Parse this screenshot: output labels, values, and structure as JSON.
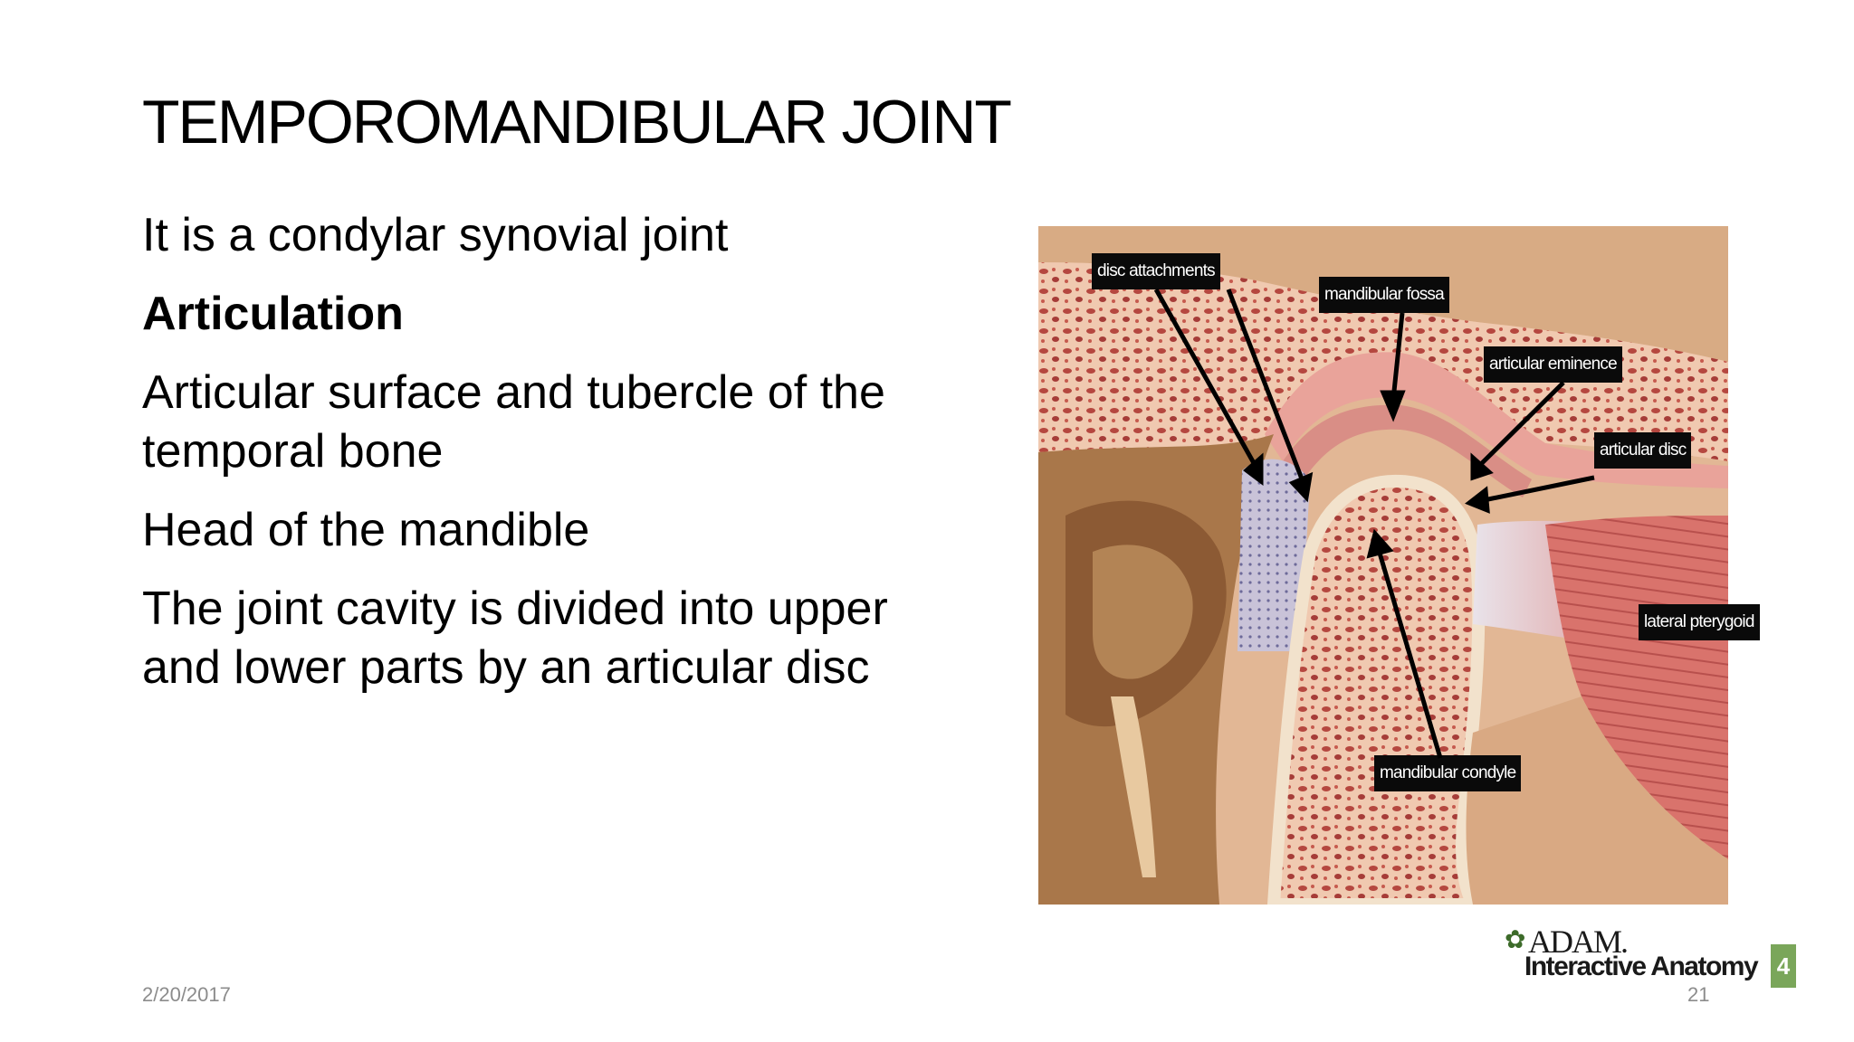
{
  "slide": {
    "title": "TEMPOROMANDIBULAR JOINT",
    "paragraphs": [
      "It is a condylar synovial joint",
      "Articulation",
      "Articular surface and tubercle of the temporal bone",
      "Head of the mandible",
      "The joint cavity is divided  into upper and lower parts by an articular disc"
    ],
    "date": "2/20/2017",
    "page_number": "21"
  },
  "figure": {
    "labels": {
      "disc_attachments": "disc attachments",
      "mandibular_fossa": "mandibular fossa",
      "articular_eminence": "articular eminence",
      "articular_disc": "articular disc",
      "lateral_pterygoid": "lateral pterygoid",
      "mandibular_condyle": "mandibular condyle"
    },
    "logo": {
      "brand": "ADAM.",
      "product": "Interactive Anatomy",
      "version": "4"
    }
  }
}
